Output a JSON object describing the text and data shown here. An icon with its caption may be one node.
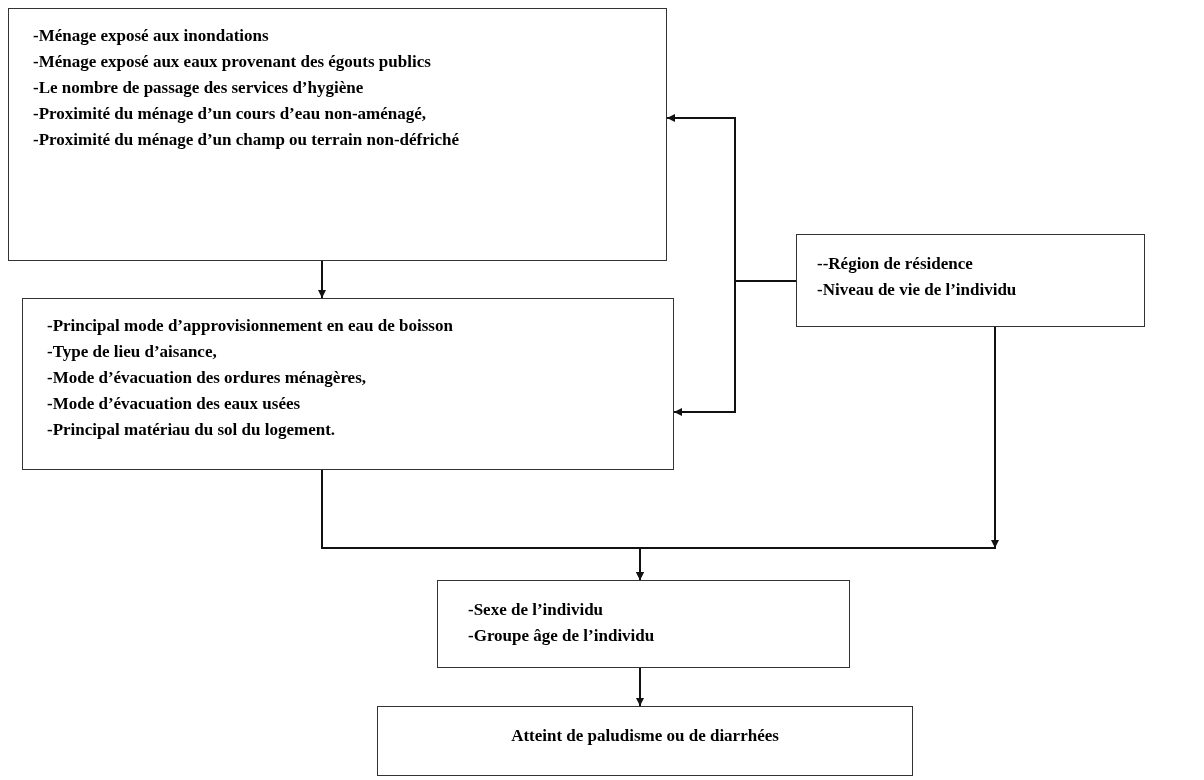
{
  "diagram": {
    "nodes": [
      {
        "text": [
          "-Ménage exposé aux inondations",
          "-Ménage exposé aux eaux provenant des égouts publics",
          "-Le nombre de passage des services d’hygiène",
          "-Proximité du ménage d’un cours d’eau non-aménagé,",
          "-Proximité du ménage d’un champ ou terrain non-défriché"
        ]
      },
      {
        "text": [
          "-Principal mode d’approvisionnement en eau de boisson",
          "-Type de lieu d’aisance,",
          "-Mode d’évacuation des ordures ménagères,",
          "-Mode d’évacuation des eaux usées",
          "-Principal matériau du sol du logement."
        ]
      },
      {
        "text": [
          "--Région de résidence",
          "-Niveau de vie de l’individu"
        ]
      },
      {
        "text": [
          "-Sexe de l’individu",
          "-Groupe âge de l’individu"
        ]
      },
      {
        "text": [
          "Atteint de paludisme ou de diarrhées"
        ]
      }
    ],
    "edges": [
      {
        "from": 0,
        "to": 1,
        "arrow": "to"
      },
      {
        "from": 2,
        "to": 0,
        "arrow": "to"
      },
      {
        "from": 2,
        "to": 1,
        "arrow": "to"
      },
      {
        "from": 1,
        "to": 3,
        "arrow": "to"
      },
      {
        "from": 2,
        "to": 3,
        "arrow": "to"
      },
      {
        "from": 3,
        "to": 4,
        "arrow": "to"
      }
    ]
  }
}
